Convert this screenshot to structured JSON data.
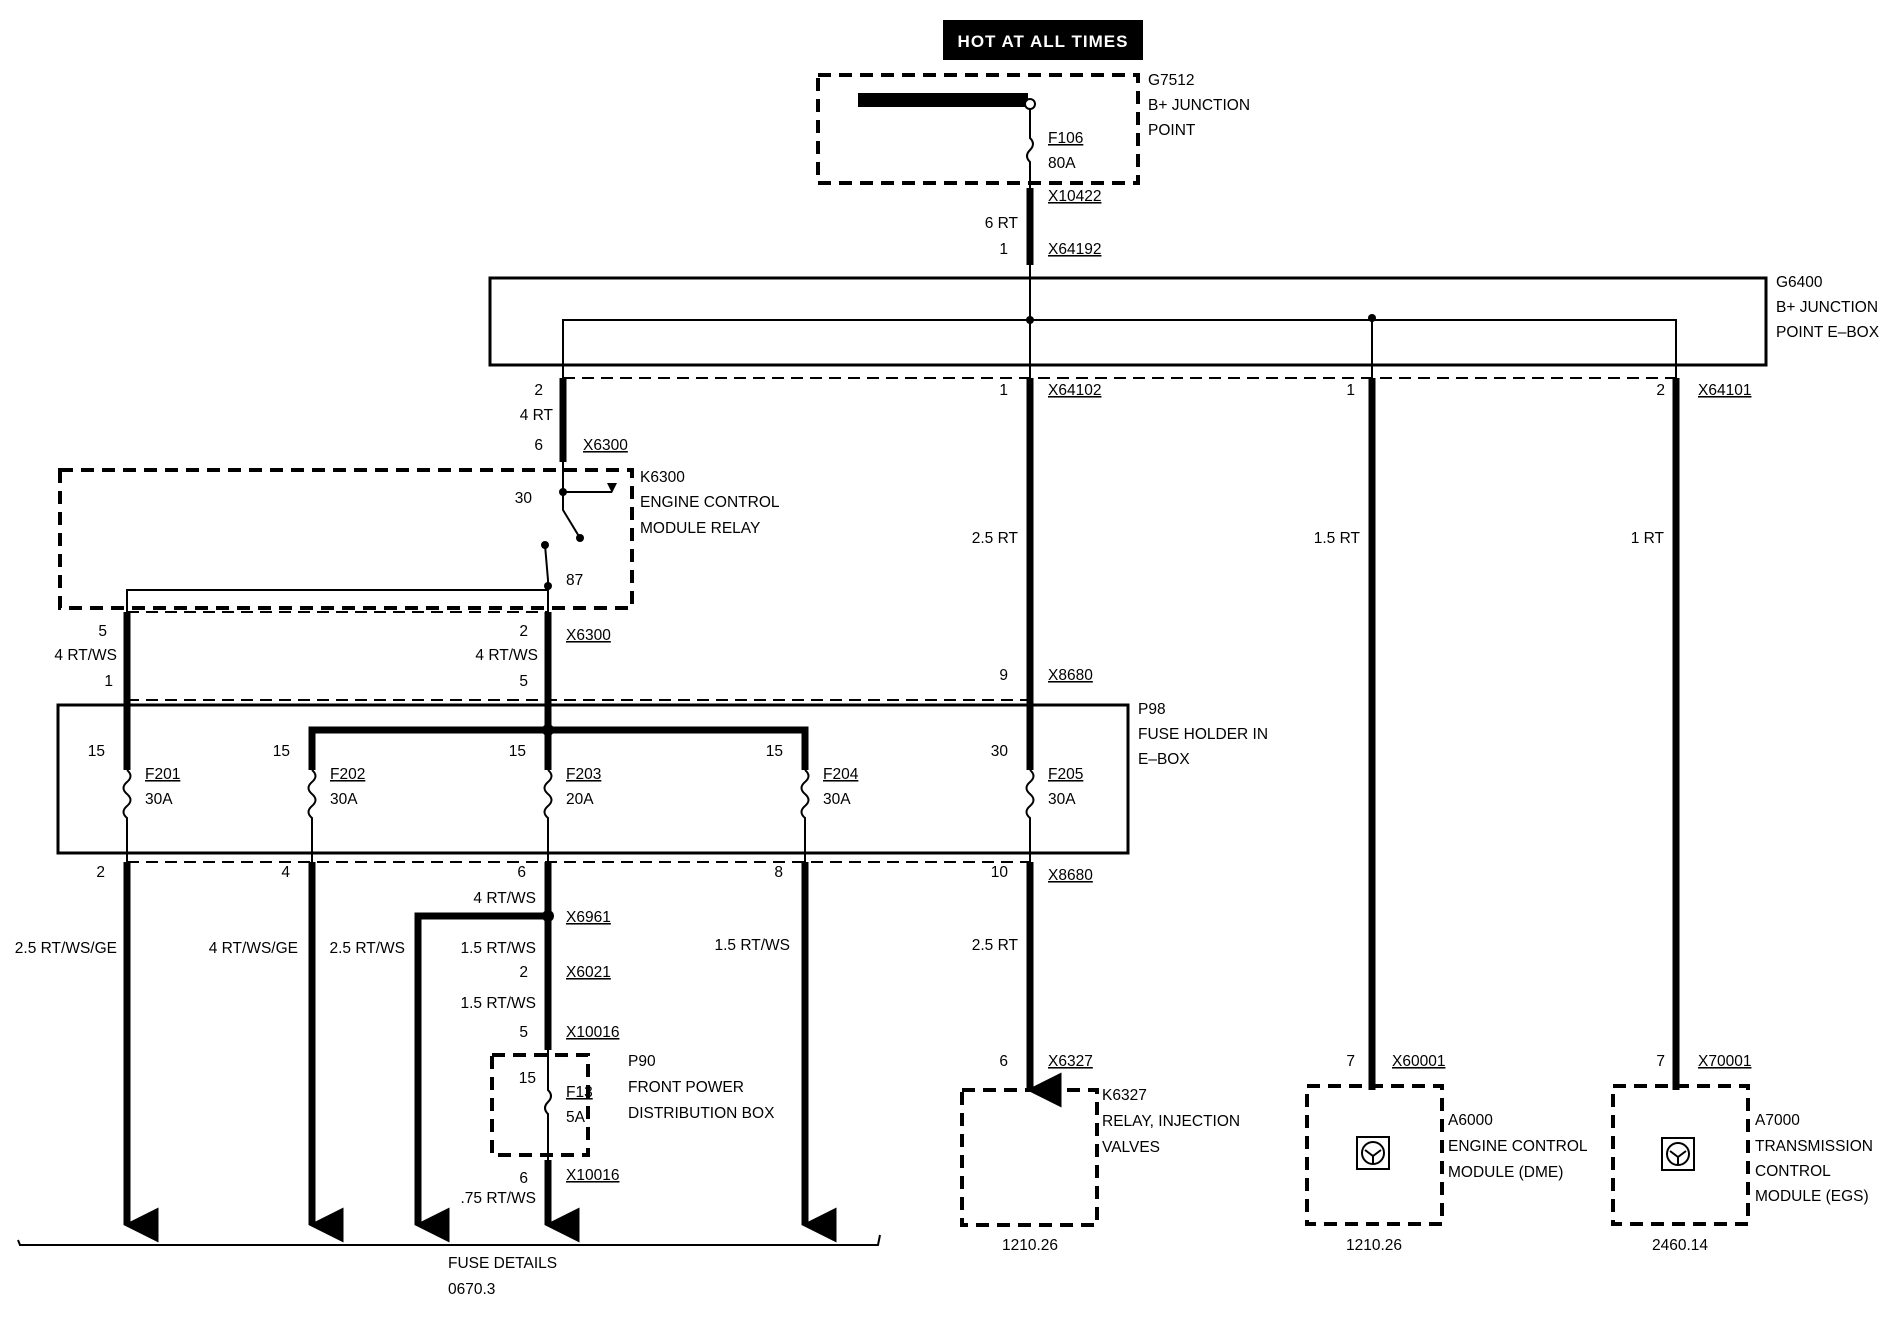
{
  "header": {
    "banner": "HOT AT ALL TIMES"
  },
  "g7512": {
    "id": "G7512",
    "line1": "B+ JUNCTION",
    "line2": "POINT",
    "fuse": "F106",
    "fuse_rating": "80A",
    "connector": "X10422"
  },
  "main_feed": {
    "wire": "6 RT",
    "pin": "1",
    "connector": "X64192"
  },
  "g6400": {
    "id": "G6400",
    "line1": "B+ JUNCTION",
    "line2": "POINT E–BOX"
  },
  "g6400_out": {
    "pin_relay": "2",
    "wire_relay": "4 RT",
    "pin_center": "1",
    "conn_center": "X64102",
    "pin_dme": "1",
    "pin_egs": "2",
    "conn_egs": "X64101"
  },
  "k6300": {
    "pin_in": "6",
    "conn_in": "X6300",
    "pin_30": "30",
    "id": "K6300",
    "line1": "ENGINE CONTROL",
    "line2": "MODULE RELAY",
    "pin_87": "87",
    "out_left_pin": "5",
    "out_left_wire": "4 RT/WS",
    "out_left_pin2": "1",
    "out_right_pin": "2",
    "out_right_wire": "4 RT/WS",
    "out_conn": "X6300",
    "out_right_pin2": "5"
  },
  "center_run": {
    "wire1": "2.5 RT",
    "pin": "9",
    "connector": "X8680"
  },
  "dme_feed": {
    "wire": "1.5 RT"
  },
  "egs_feed": {
    "wire": "1 RT"
  },
  "p98": {
    "id": "P98",
    "line1": "FUSE HOLDER IN",
    "line2": "E–BOX",
    "fuses": [
      {
        "pin_in": "15",
        "name": "F201",
        "rating": "30A",
        "pin_out": "2",
        "wire_out": "2.5 RT/WS/GE"
      },
      {
        "pin_in": "15",
        "name": "F202",
        "rating": "30A",
        "pin_out": "4",
        "wire_out": "4 RT/WS/GE"
      },
      {
        "pin_in": "15",
        "name": "F203",
        "rating": "20A",
        "pin_out": "6",
        "wire_out": "4 RT/WS"
      },
      {
        "pin_in": "15",
        "name": "F204",
        "rating": "30A",
        "pin_out": "8",
        "wire_out": "1.5 RT/WS"
      },
      {
        "pin_in": "30",
        "name": "F205",
        "rating": "30A",
        "pin_out": "10",
        "wire_out": "2.5 RT"
      }
    ],
    "out_connector": "X8680"
  },
  "f203_branch": {
    "splice": "X6961",
    "left_wire": "2.5 RT/WS",
    "down_wire": "1.5 RT/WS",
    "pin_a": "2",
    "conn_a": "X6021",
    "wire_b": "1.5 RT/WS",
    "pin_b": "5",
    "conn_b": "X10016"
  },
  "p90": {
    "id": "P90",
    "line1": "FRONT POWER",
    "line2": "DISTRIBUTION BOX",
    "pin_in": "15",
    "fuse": "F13",
    "fuse_rating": "5A",
    "pin_out": "6",
    "conn_out": "X10016",
    "wire_out": ".75 RT/WS"
  },
  "fuse_details": {
    "label": "FUSE DETAILS",
    "ref": "0670.3"
  },
  "k6327": {
    "pin": "6",
    "connector": "X6327",
    "id": "K6327",
    "line1": "RELAY, INJECTION",
    "line2": "VALVES",
    "ref": "1210.26"
  },
  "a6000": {
    "pin": "7",
    "connector": "X60001",
    "id": "A6000",
    "line1": "ENGINE CONTROL",
    "line2": "MODULE (DME)",
    "ref": "1210.26"
  },
  "a7000": {
    "pin": "7",
    "connector": "X70001",
    "id": "A7000",
    "line1": "TRANSMISSION",
    "line2": "CONTROL",
    "line3": "MODULE (EGS)",
    "ref": "2460.14"
  }
}
